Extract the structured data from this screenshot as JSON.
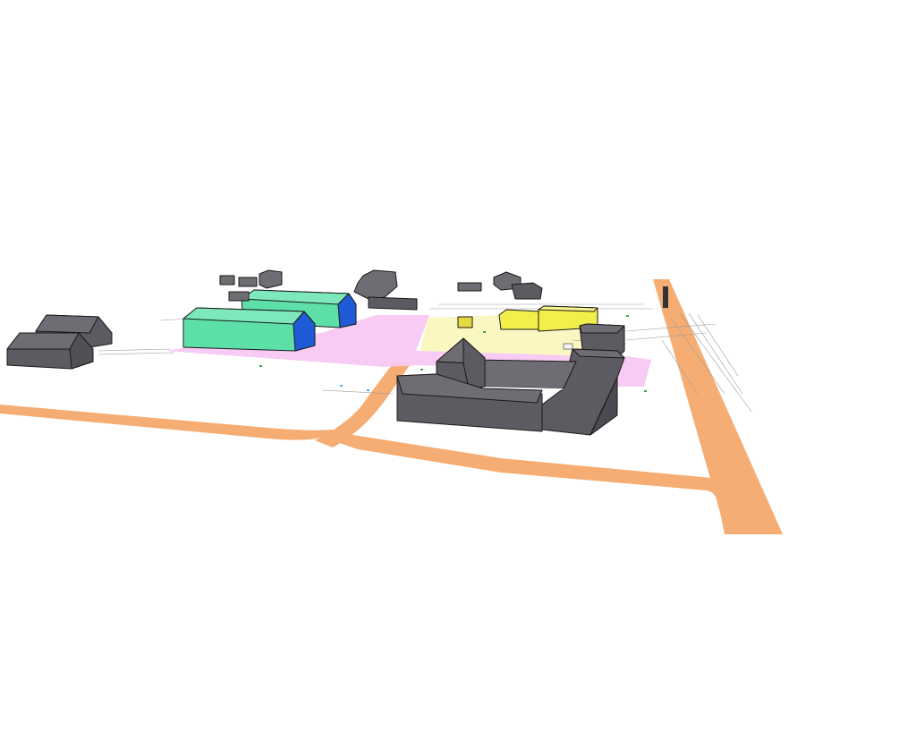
{
  "scene": {
    "colors": {
      "background": "#ffffff",
      "road": "#f5ad73",
      "plot_pink": "#f7c8f2",
      "plot_yellow": "#fbf7c0",
      "building_gray_roof": "#6e6d74",
      "building_gray_wall": "#5c5b62",
      "building_green": "#5ddfa8",
      "building_blue": "#1f5bd6",
      "building_yellow": "#f2ee4a",
      "outline": "#1a1a1a"
    },
    "road_label": "",
    "elements": [
      "road-main-curved",
      "road-branch",
      "road-vertical",
      "plot-pink",
      "plot-yellow",
      "building-green-long-front",
      "building-green-long-back",
      "building-yellow-block",
      "building-gray-courtyard",
      "building-gray-gable-left",
      "buildings-gray-small-cluster"
    ]
  }
}
